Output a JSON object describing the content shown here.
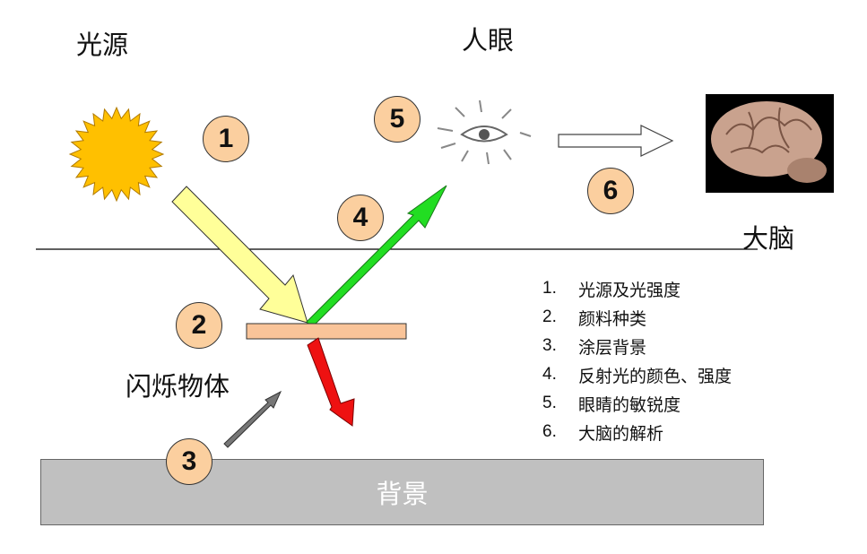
{
  "labels": {
    "light_source": "光源",
    "eye": "人眼",
    "brain": "大脑",
    "object": "闪烁物体",
    "background": "背景"
  },
  "badges": [
    "1",
    "2",
    "3",
    "4",
    "5",
    "6"
  ],
  "factors": [
    {
      "num": "1.",
      "text": "光源及光强度"
    },
    {
      "num": "2.",
      "text": "颜料种类"
    },
    {
      "num": "3.",
      "text": "涂层背景"
    },
    {
      "num": "4.",
      "text": "反射光的颜色、强度"
    },
    {
      "num": "5.",
      "text": "眼睛的敏锐度"
    },
    {
      "num": "6.",
      "text": "大脑的解析"
    }
  ],
  "colors": {
    "sun": "#ffc000",
    "incident": "#ffff99",
    "reflected": "#22dd22",
    "absorbed": "#ee1111",
    "plate": "#f9c499",
    "badge": "#fbcf9f",
    "background": "#c0c0c0"
  }
}
